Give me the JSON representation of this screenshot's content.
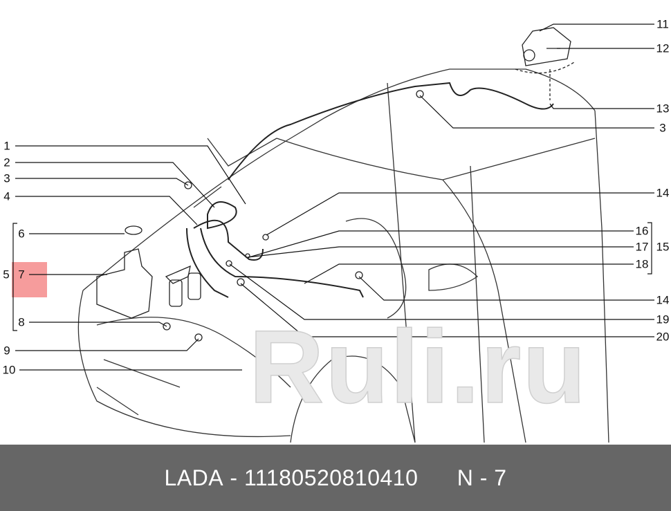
{
  "diagram": {
    "watermark": "Ruli.ru",
    "highlight_color": "#f58b8b",
    "highlighted_callout": "7",
    "callouts_left": [
      "1",
      "2",
      "3",
      "4",
      "6",
      "5",
      "7",
      "8",
      "9",
      "10"
    ],
    "callouts_right": [
      "11",
      "12",
      "13",
      "3",
      "14",
      "16",
      "17",
      "15",
      "18",
      "14",
      "19",
      "20"
    ]
  },
  "footer": {
    "brand": "LADA",
    "separator": " - ",
    "part_number": "11180520810410",
    "position_label": "N - 7",
    "background": "#666666"
  }
}
